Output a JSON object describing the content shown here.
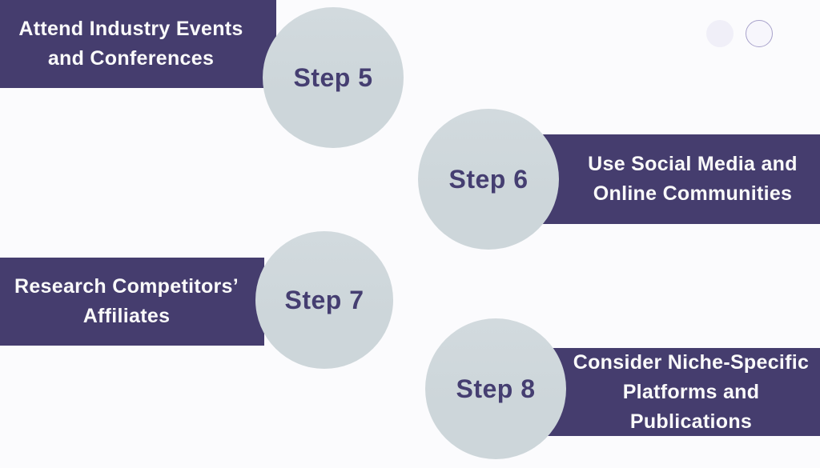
{
  "colors": {
    "background": "#fbfbfd",
    "banner": "#453d6e",
    "banner_text": "#fafafa",
    "circle_fill": "#cdd6da",
    "step_text": "#453e71",
    "dot_fill": "#f0eff8",
    "dot_outline_fill": "#f7f6fc",
    "dot_outline_border": "#a8a2cb"
  },
  "steps": [
    {
      "label": "Step 5",
      "lines": [
        "Attend Industry Events",
        "and Conferences"
      ]
    },
    {
      "label": "Step 6",
      "lines": [
        "Use Social Media and",
        "Online Communities"
      ]
    },
    {
      "label": "Step 7",
      "lines": [
        "Research Competitors’",
        "Affiliates"
      ]
    },
    {
      "label": "Step 8",
      "lines": [
        "Consider Niche-Specific",
        "Platforms and",
        "Publications"
      ]
    }
  ],
  "decor": {
    "dot_filled": "filled-dot",
    "dot_outlined": "outlined-dot"
  }
}
